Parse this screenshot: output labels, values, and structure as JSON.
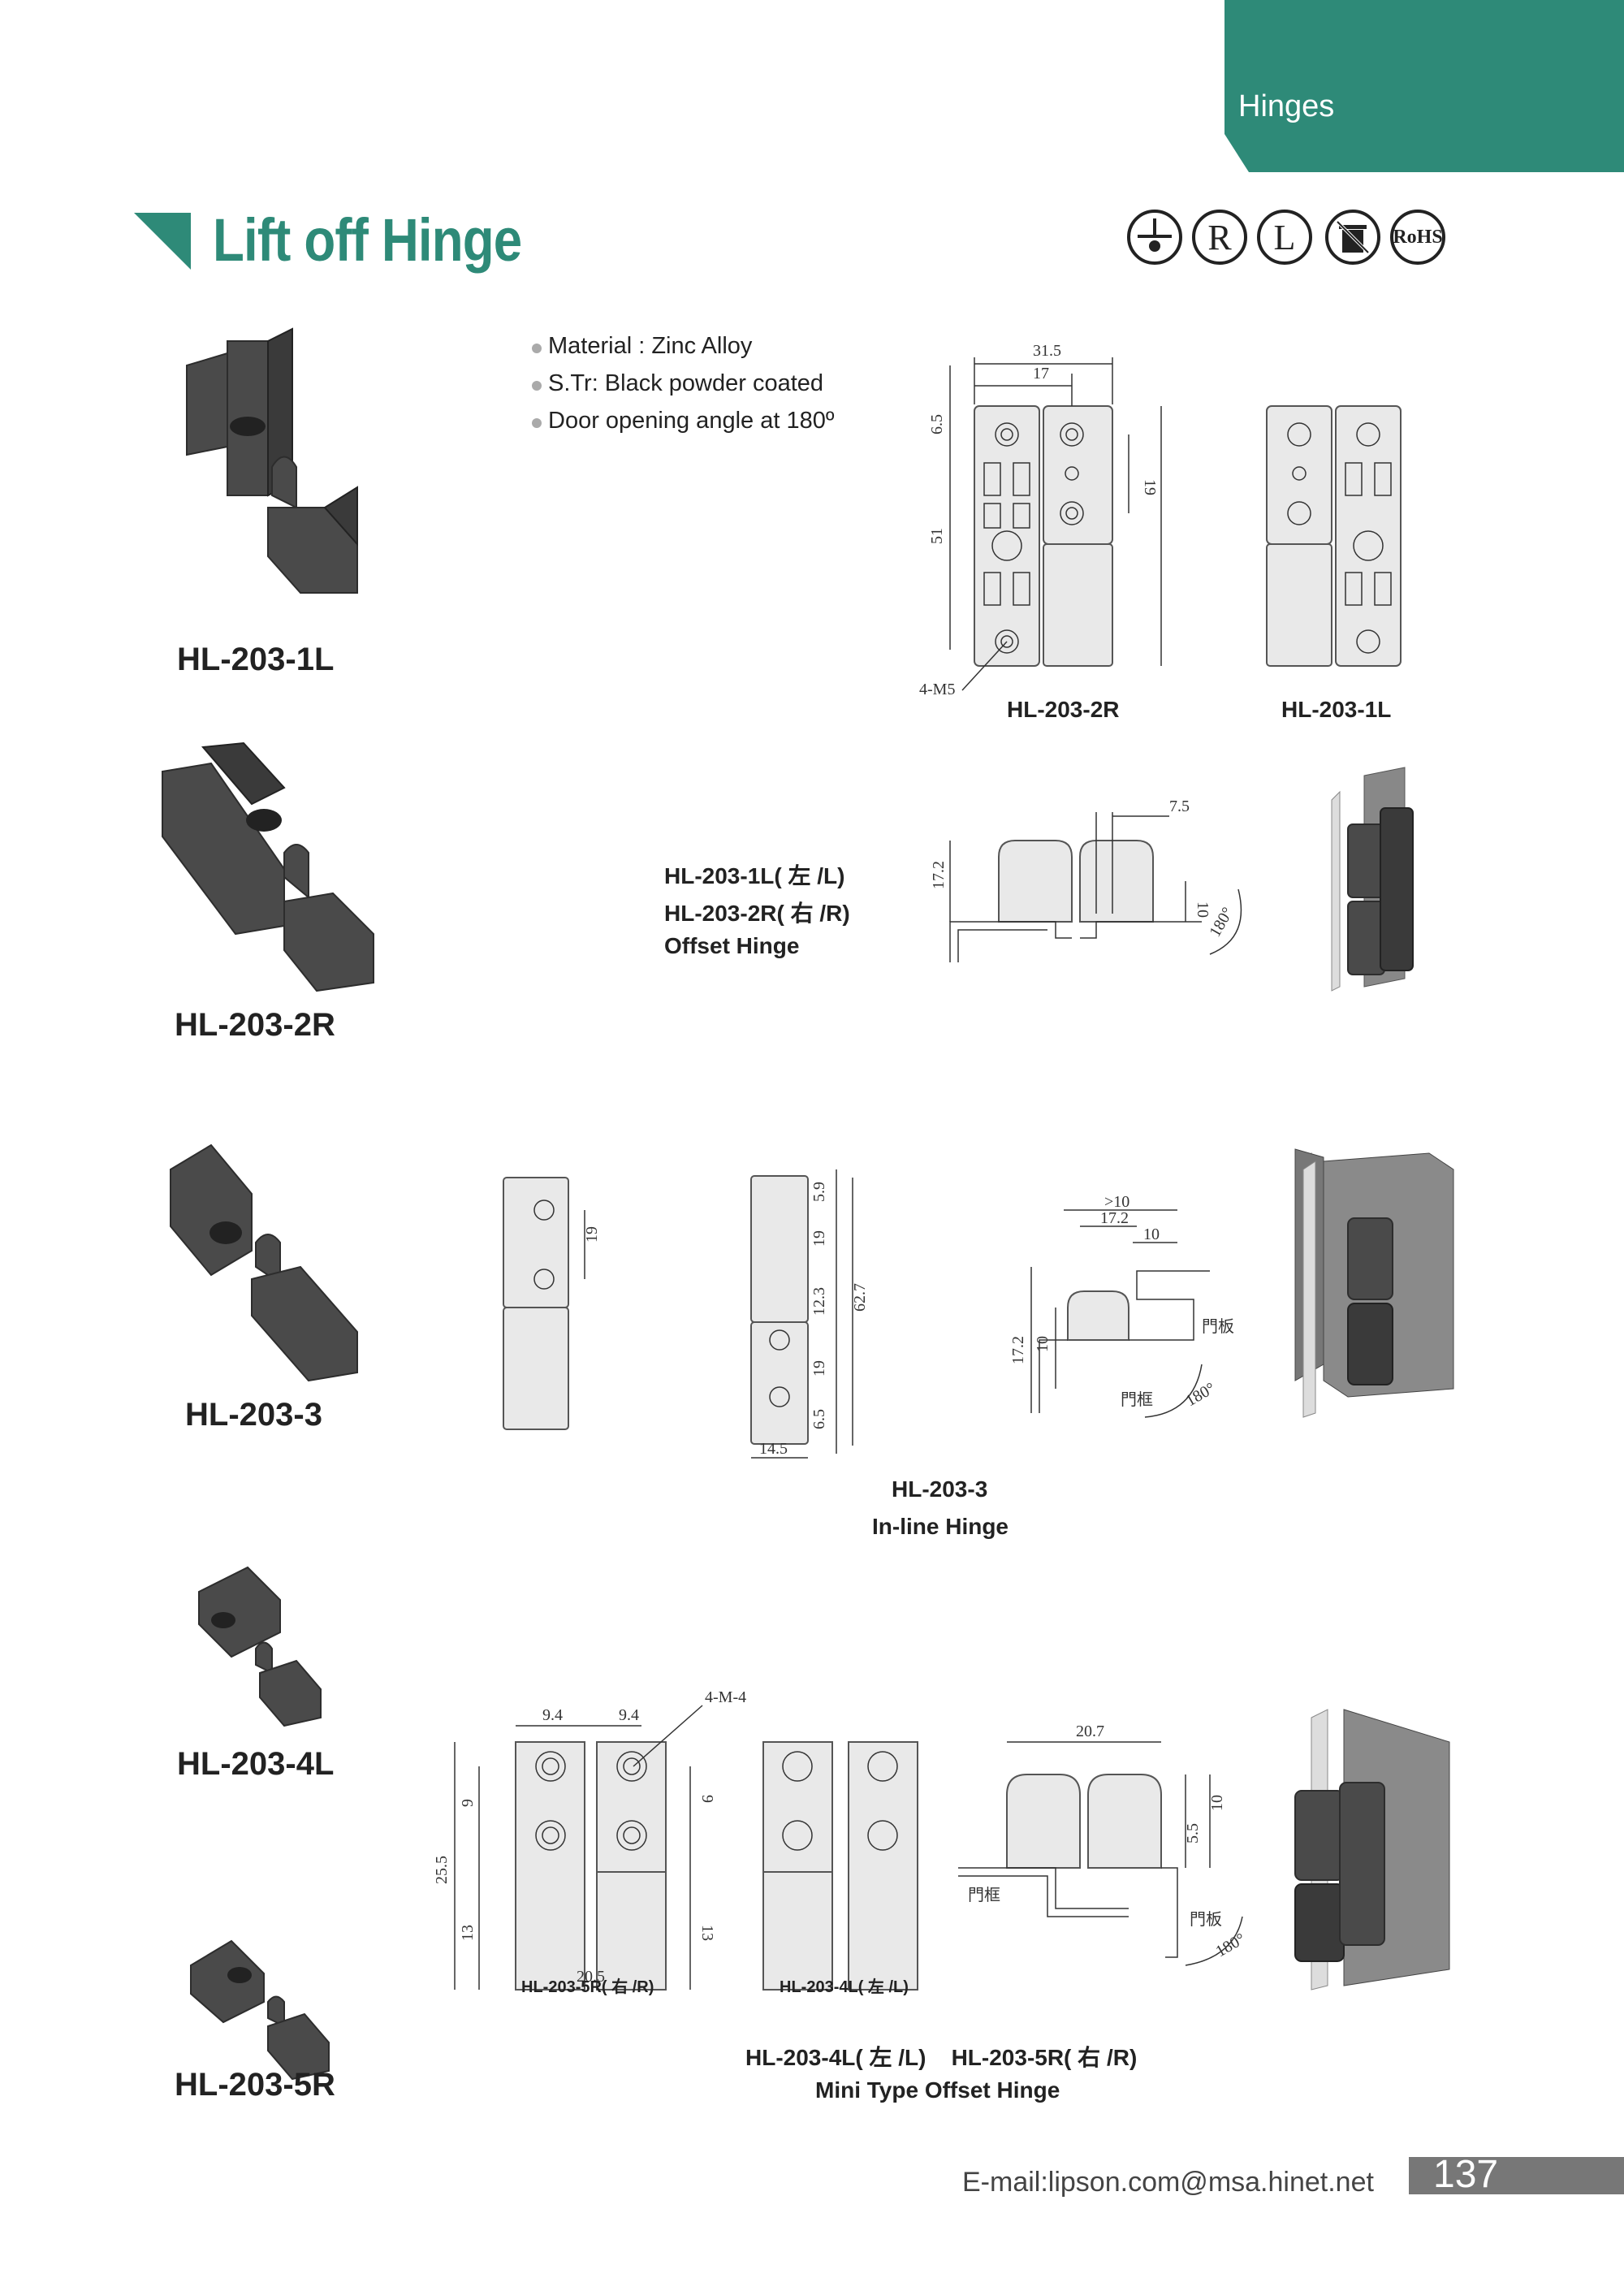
{
  "section_tab": "Hinges",
  "title": "Lift off Hinge",
  "cert_badges": [
    {
      "icon": "ground-symbol-icon"
    },
    {
      "text": "R"
    },
    {
      "text": "L"
    },
    {
      "icon": "recycle-bin-icon"
    },
    {
      "text": "RoHS"
    }
  ],
  "specs": [
    "Material : Zinc Alloy",
    "S.Tr: Black powder coated",
    "Door opening angle at 180º"
  ],
  "products": {
    "p1": "HL-203-1L",
    "p2": "HL-203-2R",
    "p3": "HL-203-3",
    "p4": "HL-203-4L",
    "p5": "HL-203-5R"
  },
  "drawing1": {
    "dims": [
      "31.5",
      "17",
      "6.5",
      "51",
      "19",
      "4-M5"
    ],
    "caption_left": "HL-203-2R",
    "caption_right": "HL-203-1L"
  },
  "drawing2": {
    "lines": [
      "HL-203-1L( 左 /L)",
      "HL-203-2R( 右 /R)",
      "Offset Hinge"
    ],
    "dims": [
      "7.5",
      "17.2",
      "10",
      "180°"
    ]
  },
  "drawing3": {
    "dims": [
      "19",
      "5.9",
      "19",
      "12.3",
      "62.7",
      "19",
      "6.5",
      "14.5",
      "17.2",
      "10",
      ">10",
      "17.2",
      "10",
      "180°"
    ],
    "labels": [
      "門板",
      "門框"
    ],
    "caption_model": "HL-203-3",
    "caption_type": "In-line Hinge"
  },
  "drawing4": {
    "dims": [
      "9.4",
      "9.4",
      "4-M-4",
      "25.5",
      "9",
      "13",
      "9",
      "13",
      "20.5",
      "20.7",
      "5.5",
      "10",
      "180°"
    ],
    "labels": [
      "門框",
      "門板"
    ],
    "small_captions": [
      "HL-203-5R( 右 /R)",
      "HL-203-4L( 左 /L)"
    ],
    "caption_models": "HL-203-4L( 左 /L)    HL-203-5R( 右 /R)",
    "caption_type": "Mini Type Offset Hinge"
  },
  "footer": {
    "email": "E-mail:lipson.com@msa.hinet.net",
    "page": "137"
  }
}
